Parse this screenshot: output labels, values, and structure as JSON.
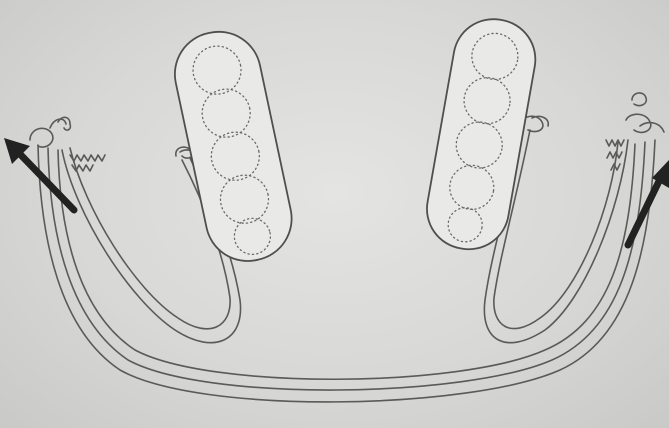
{
  "figure": {
    "labels": [],
    "colors": {
      "background": "#d9d9d7",
      "line": "#5a5a58",
      "arrow": "#222222"
    },
    "elements": {
      "left_lingual_pad_teeth": 5,
      "right_lingual_pad_teeth": 5,
      "arrows": 2
    }
  }
}
